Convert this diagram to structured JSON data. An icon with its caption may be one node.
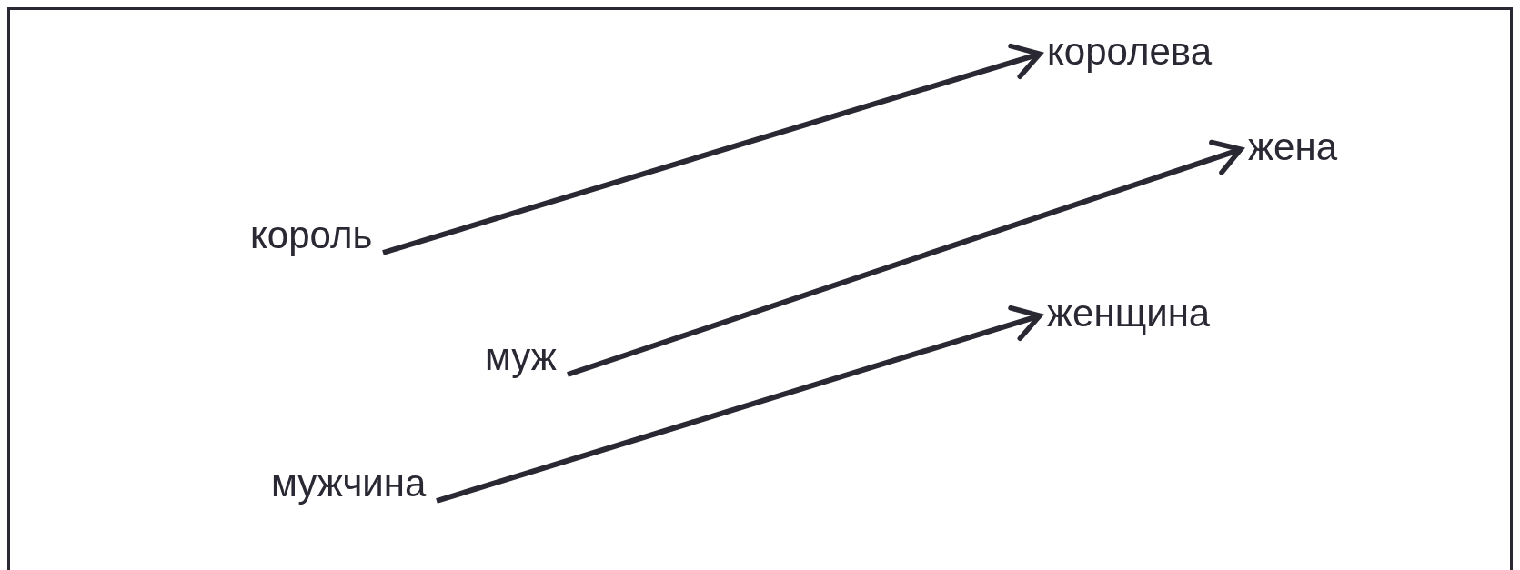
{
  "diagram": {
    "nodes": [
      {
        "text": [
          "королева"
        ]
      },
      {
        "text": [
          "жена"
        ]
      },
      {
        "text": [
          "король"
        ]
      },
      {
        "text": [
          "женщина"
        ]
      },
      {
        "text": [
          "муж"
        ]
      },
      {
        "text": [
          "мужчина"
        ]
      }
    ],
    "edges": [
      {
        "from": 2,
        "to": 0,
        "arrow": "to"
      },
      {
        "from": 4,
        "to": 1,
        "arrow": "to"
      },
      {
        "from": 5,
        "to": 3,
        "arrow": "to"
      }
    ]
  }
}
